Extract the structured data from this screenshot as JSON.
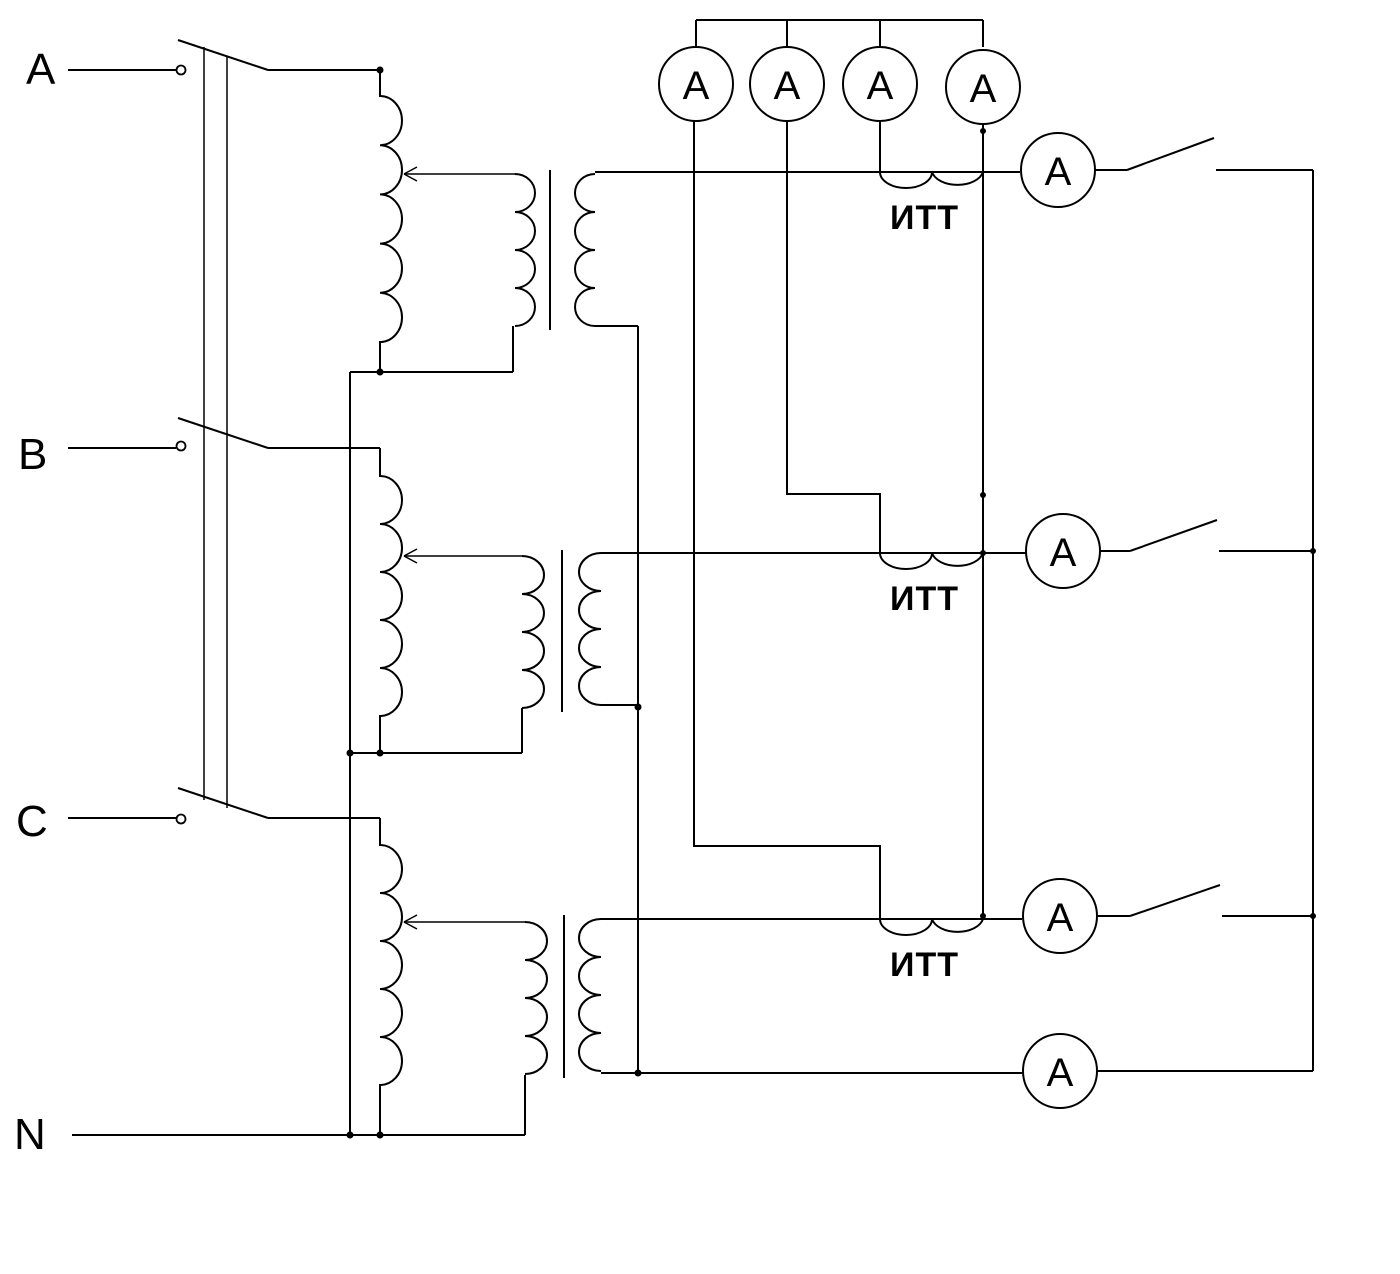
{
  "phases": {
    "a": "A",
    "b": "B",
    "c": "C",
    "n": "N"
  },
  "meter_symbol": "A",
  "itt_label": "ИТТ"
}
